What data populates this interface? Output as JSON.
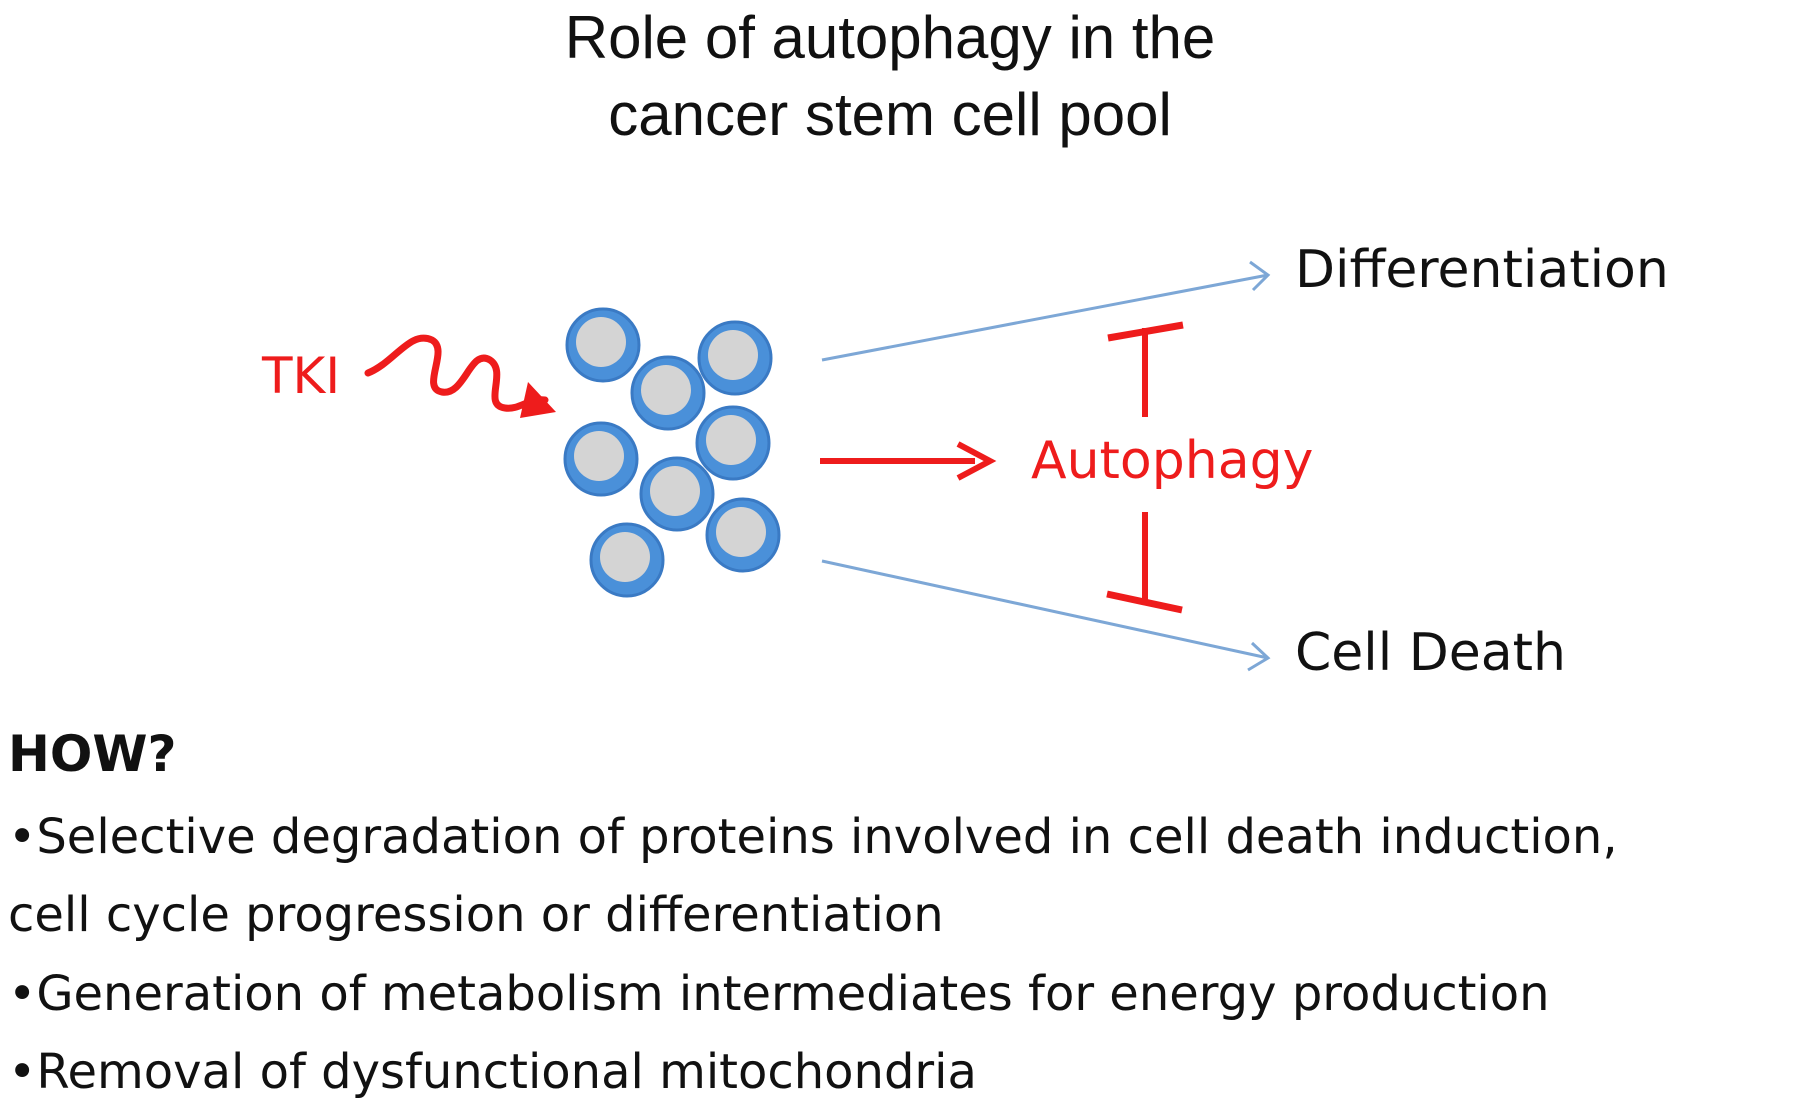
{
  "title": {
    "line1": "Role of autophagy in the",
    "line2": "cancer stem cell pool"
  },
  "diagram": {
    "stimulus": "TKI",
    "process": "Autophagy",
    "outcome_top": "Differentiation",
    "outcome_bottom": "Cell Death",
    "colors": {
      "red": "#ee1c1c",
      "cell_outer": "#4a90d9",
      "cell_inner": "#d4d4d4",
      "thin_arrow": "#7da7d6",
      "text": "#111111"
    }
  },
  "how": {
    "heading": "HOW?",
    "bullets": [
      {
        "line1": "•Selective degradation of proteins involved in cell death induction,",
        "line2": "cell cycle progression or differentiation"
      },
      {
        "line1": "•Generation of metabolism intermediates for energy production"
      },
      {
        "line1": "•Removal of dysfunctional mitochondria"
      }
    ]
  }
}
